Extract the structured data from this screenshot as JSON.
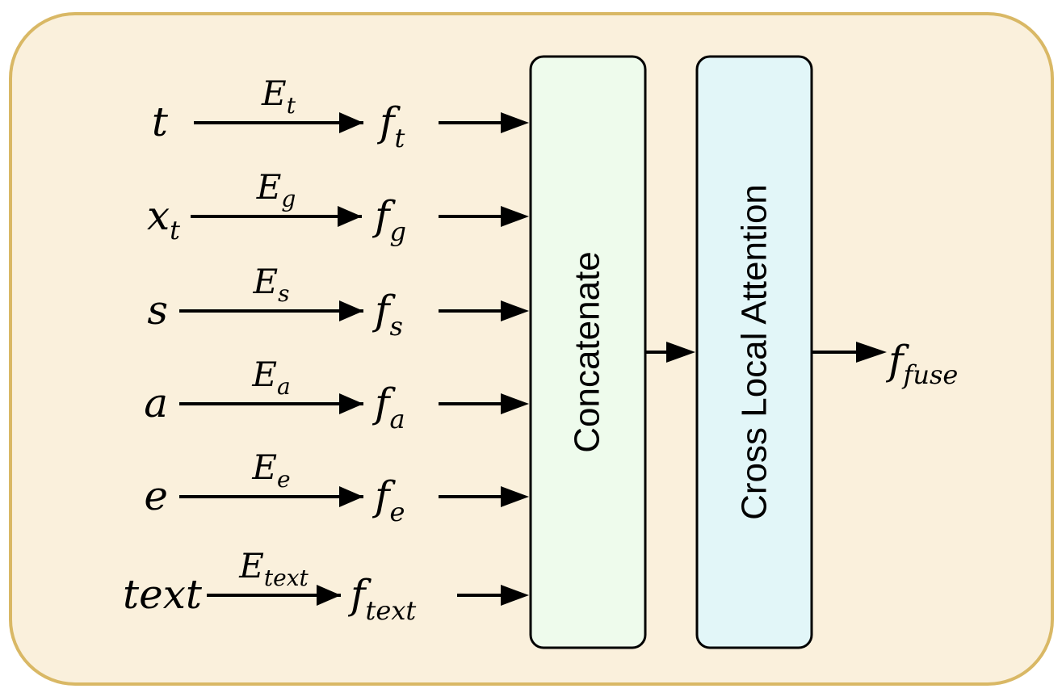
{
  "diagram": {
    "inputs": [
      {
        "var": "t",
        "var_sub": "",
        "encoder": "E",
        "encoder_sub": "t",
        "feature": "f",
        "feature_sub": "t"
      },
      {
        "var": "x",
        "var_sub": "t",
        "encoder": "E",
        "encoder_sub": "g",
        "feature": "f",
        "feature_sub": "g"
      },
      {
        "var": "s",
        "var_sub": "",
        "encoder": "E",
        "encoder_sub": "s",
        "feature": "f",
        "feature_sub": "s"
      },
      {
        "var": "a",
        "var_sub": "",
        "encoder": "E",
        "encoder_sub": "a",
        "feature": "f",
        "feature_sub": "a"
      },
      {
        "var": "e",
        "var_sub": "",
        "encoder": "E",
        "encoder_sub": "e",
        "feature": "f",
        "feature_sub": "e"
      },
      {
        "var": "text",
        "var_sub": "",
        "encoder": "E",
        "encoder_sub": "text",
        "feature": "f",
        "feature_sub": "text"
      }
    ],
    "concat_label": "Concatenate",
    "attention_label": "Cross Local Attention",
    "output": {
      "main": "f",
      "sub": "fuse"
    },
    "colors": {
      "panel_fill": "#faf0dc",
      "panel_border": "#d9b865",
      "concat_fill": "#eefbec",
      "attention_fill": "#e2f6f8",
      "stroke": "#000000"
    }
  }
}
